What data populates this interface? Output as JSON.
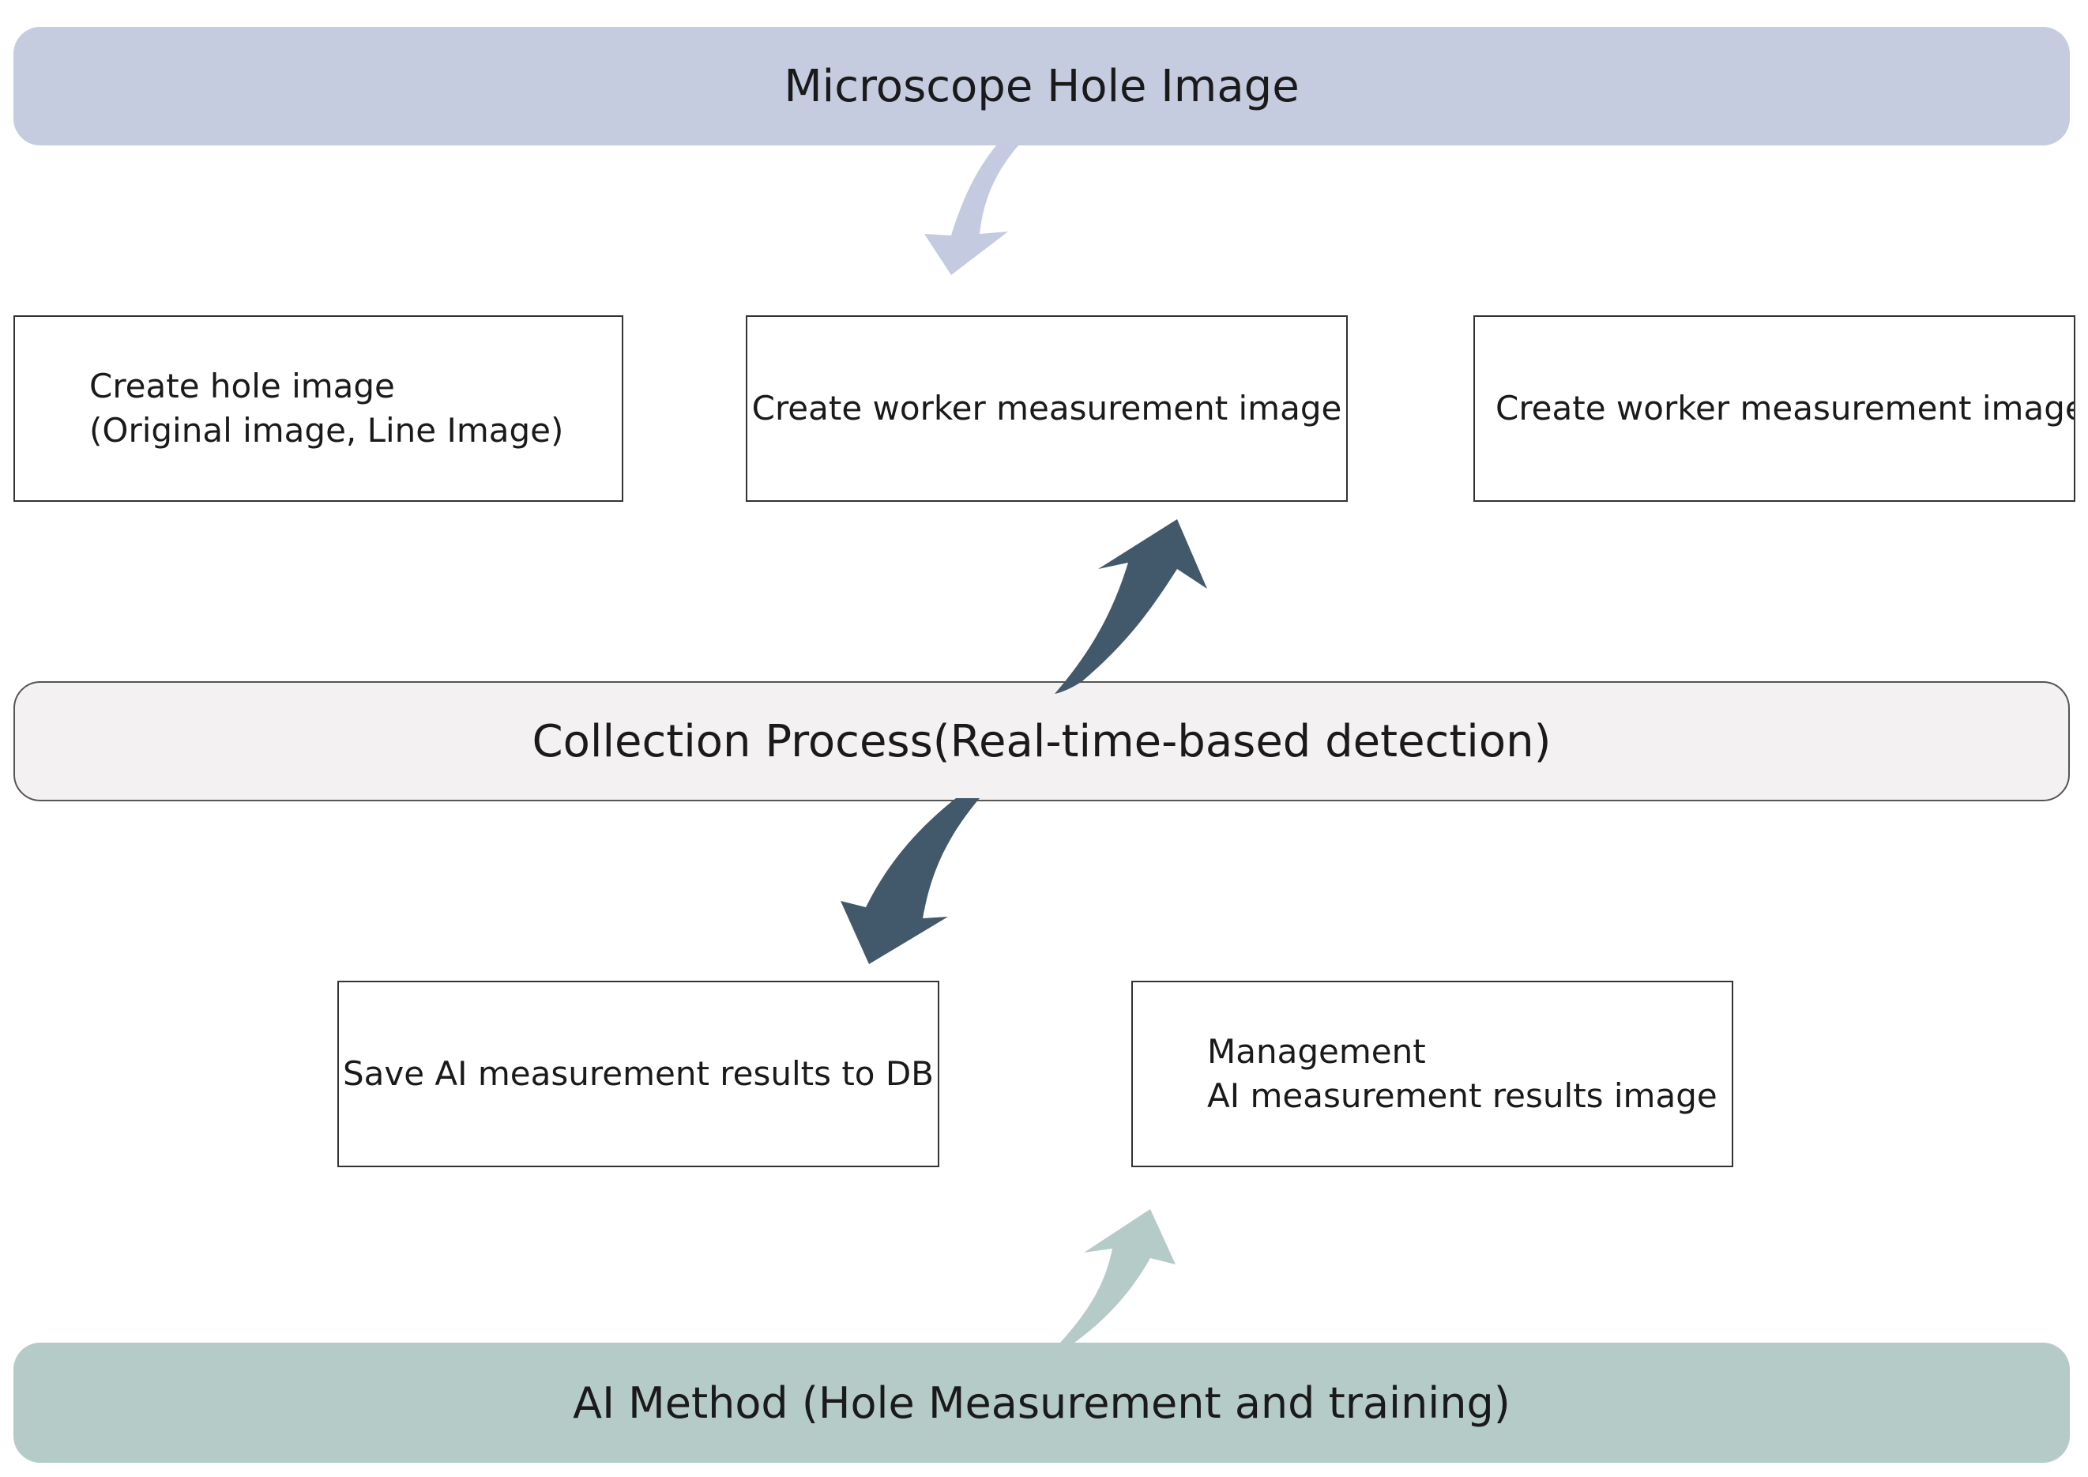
{
  "diagram": {
    "top_banner": {
      "label": "Microscope Hole Image",
      "color": "#c6cce0"
    },
    "middle_banner": {
      "label": "Collection Process(Real-time-based detection)",
      "color": "#f4f1f3"
    },
    "bottom_banner": {
      "label": "AI Method (Hole Measurement and training)",
      "color": "#b5cbc8"
    },
    "boxes": [
      {
        "lines": [
          "Create hole image",
          "(Original image, Line Image)"
        ]
      },
      {
        "lines": [
          "Create worker measurement image"
        ]
      },
      {
        "lines": [
          "Create worker measurement image"
        ]
      },
      {
        "lines": [
          "Save AI measurement results to DB"
        ]
      },
      {
        "lines": [
          "Management",
          "AI measurement results image"
        ]
      }
    ],
    "arrow_colors": {
      "light_blue": "#c4cadf",
      "dark_slate": "#42596b",
      "light_teal": "#b5cbc8"
    }
  }
}
